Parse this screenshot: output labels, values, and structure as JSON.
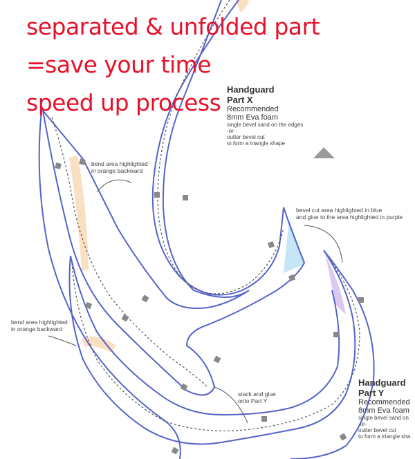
{
  "headline": {
    "line1": "separated & unfolded part",
    "line2": "=save your time",
    "line3": "speed up process"
  },
  "part_x": {
    "title": "Handguard",
    "part": "Part X",
    "recommended": "Recommended",
    "material": "8mm Eva foam",
    "note1": "single bevel sand on the edges",
    "note2": "-or-",
    "note3": "outter bevel cut",
    "note4": "to form a triangle shape"
  },
  "part_y": {
    "title": "Handguard",
    "part": "Part Y",
    "recommended": "Recommended",
    "material": "8mm Eva foam",
    "note1": "single bevel sand on",
    "note2": "-or-",
    "note3": "outter bevel cut",
    "note4": "to form a triangle sha"
  },
  "annotations": {
    "bend_top_line1": "bend area highlighted",
    "bend_top_line2": "in orange backward",
    "bevel_line1": "bevel cut area highlighted in blue",
    "bevel_line2": "and glue to the area highlighted in purple",
    "bend_left_line1": "bend area highlighted",
    "bend_left_line2": "in orange backward",
    "stack_line1": "stack and glue",
    "stack_line2": "onto Part Y"
  },
  "colors": {
    "headline": "#e8102a",
    "outline": "#5563c9",
    "orange_area": "#f9d9b7",
    "blue_area": "#bfe3f5",
    "purple_area": "#d8c3f0",
    "triangle": "#9a9a9a"
  }
}
